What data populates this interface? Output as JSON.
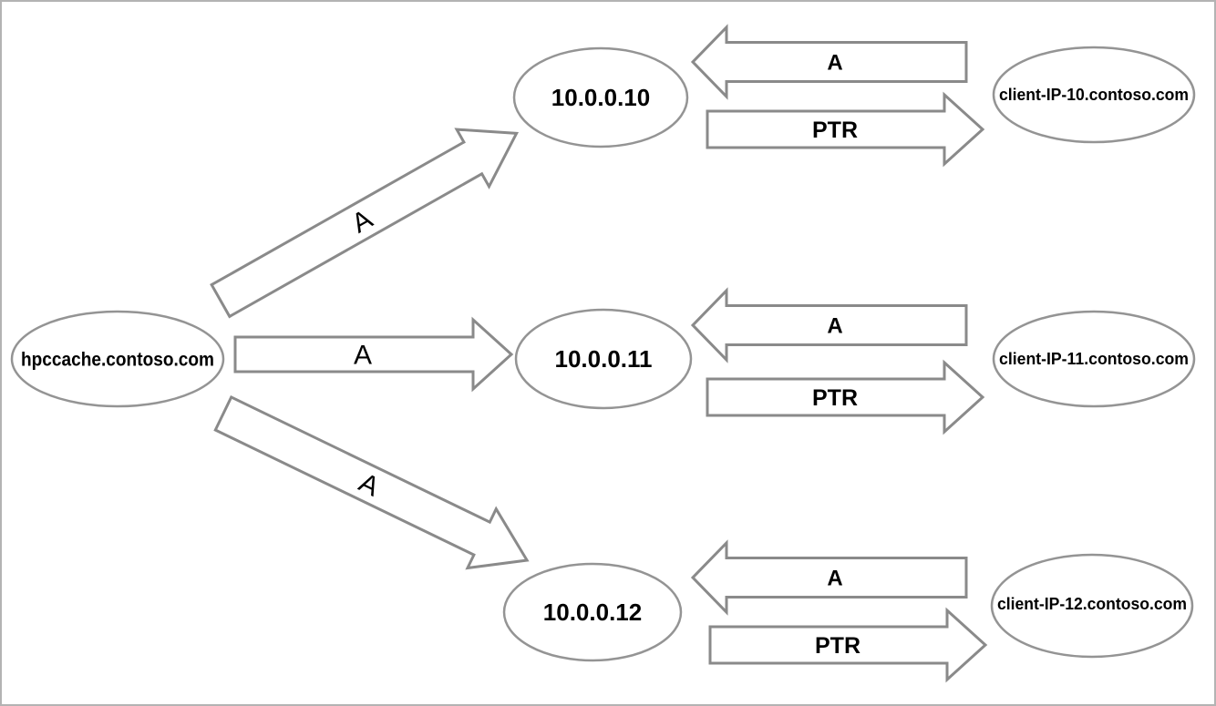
{
  "diagram": {
    "description": "DNS round-robin resolution diagram for an HPC Cache mount address",
    "source_node": {
      "label": "hpccache.contoso.com"
    },
    "branches": [
      {
        "arrow_label": "A",
        "ip_node": "10.0.0.10",
        "reverse_arrow_label": "A",
        "ptr_arrow_label": "PTR",
        "client_node": "client-IP-10.contoso.com"
      },
      {
        "arrow_label": "A",
        "ip_node": "10.0.0.11",
        "reverse_arrow_label": "A",
        "ptr_arrow_label": "PTR",
        "client_node": "client-IP-11.contoso.com"
      },
      {
        "arrow_label": "A",
        "ip_node": "10.0.0.12",
        "reverse_arrow_label": "A",
        "ptr_arrow_label": "PTR",
        "client_node": "client-IP-12.contoso.com"
      }
    ]
  },
  "colors": {
    "background": "#ffffff",
    "shape_outline": "#949494",
    "arrow_outline": "#8a8a8a",
    "text": "#000000",
    "page_border": "#b3b3b3"
  }
}
